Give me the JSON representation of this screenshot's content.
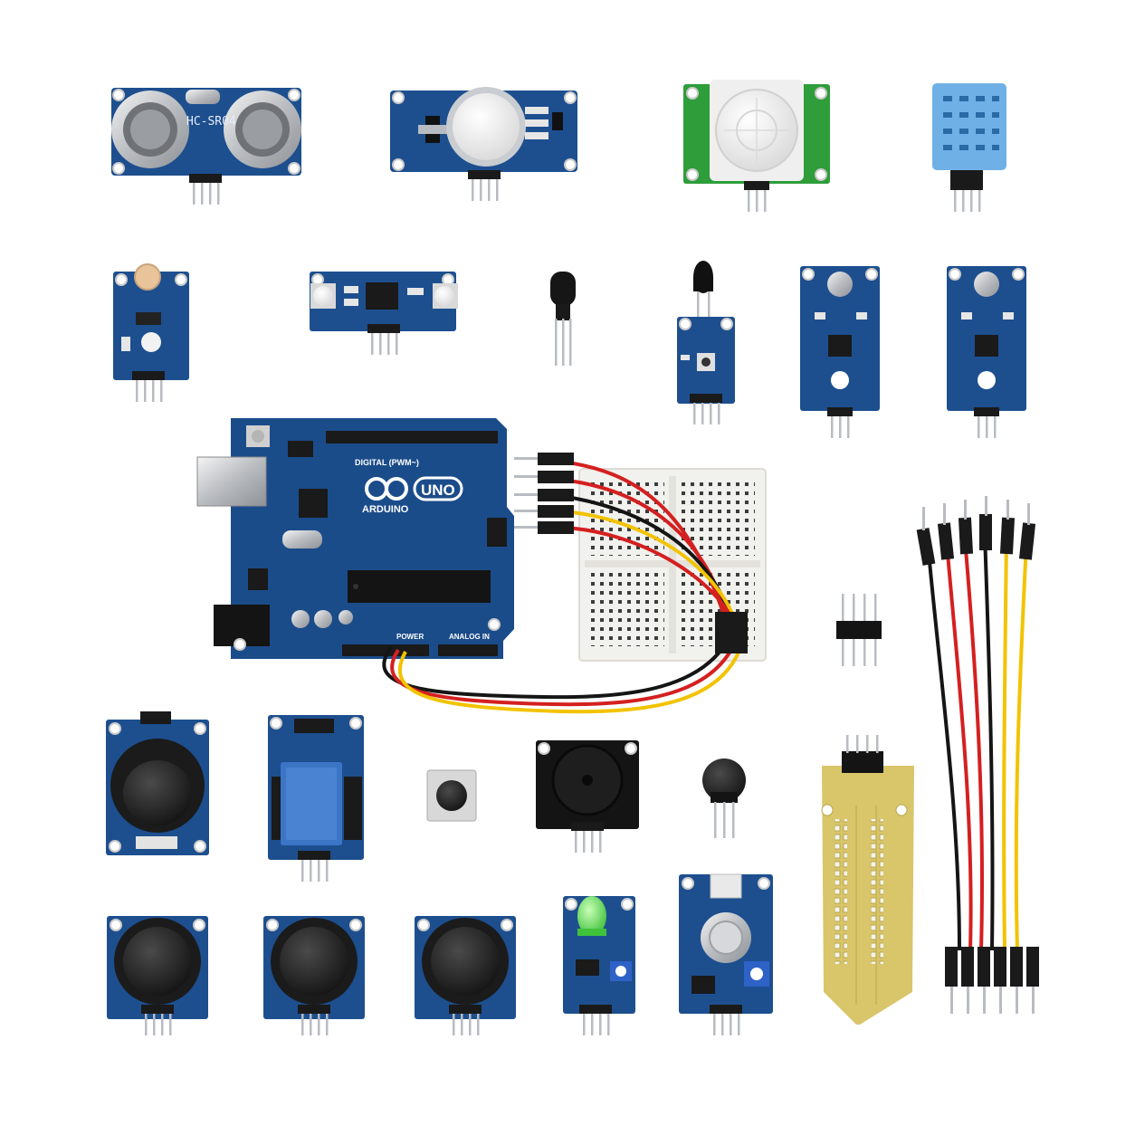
{
  "scene": {
    "background": "#ffffff",
    "colors": {
      "pcb_blue": "#1d4f8f",
      "pcb_blue_dark": "#133a6e",
      "pcb_green": "#2e9d3a",
      "pin_silver": "#b8bcc2",
      "header_black": "#1a1a1a",
      "breadboard": "#f1f1ee",
      "wire_red": "#d42020",
      "wire_yellow": "#f2c300",
      "wire_black": "#151515",
      "probe_tan": "#d9c56a"
    },
    "labels": {
      "ultrasonic": "HC-SR04",
      "arduino_brand": "ARDUINO",
      "arduino_model": "UNO",
      "digital_header": "DIGITAL (PWM~)",
      "power_header": "POWER",
      "analog_header": "ANALOG IN"
    },
    "components": [
      {
        "id": "ultrasonic-sensor",
        "kind": "module"
      },
      {
        "id": "gas-sensor",
        "kind": "module"
      },
      {
        "id": "pir-motion-sensor",
        "kind": "module"
      },
      {
        "id": "dht11-sensor",
        "kind": "module"
      },
      {
        "id": "photoresistor-module",
        "kind": "module"
      },
      {
        "id": "ir-sensor-module",
        "kind": "module"
      },
      {
        "id": "ir-receiver",
        "kind": "part"
      },
      {
        "id": "flame-sensor",
        "kind": "module"
      },
      {
        "id": "sound-sensor-1",
        "kind": "module"
      },
      {
        "id": "sound-sensor-2",
        "kind": "module"
      },
      {
        "id": "arduino-uno-board",
        "kind": "board"
      },
      {
        "id": "mini-breadboard",
        "kind": "board"
      },
      {
        "id": "pin-header",
        "kind": "part"
      },
      {
        "id": "jumper-wire-bundle",
        "kind": "wire"
      },
      {
        "id": "joystick-module",
        "kind": "module"
      },
      {
        "id": "relay-module",
        "kind": "module"
      },
      {
        "id": "tactile-button",
        "kind": "part"
      },
      {
        "id": "buzzer-module",
        "kind": "module"
      },
      {
        "id": "buzzer-part",
        "kind": "part"
      },
      {
        "id": "soil-moisture-probe",
        "kind": "module"
      },
      {
        "id": "button-module-1",
        "kind": "module"
      },
      {
        "id": "button-module-2",
        "kind": "module"
      },
      {
        "id": "button-module-3",
        "kind": "module"
      },
      {
        "id": "led-module",
        "kind": "module"
      },
      {
        "id": "rotary-encoder-module",
        "kind": "module"
      }
    ]
  }
}
